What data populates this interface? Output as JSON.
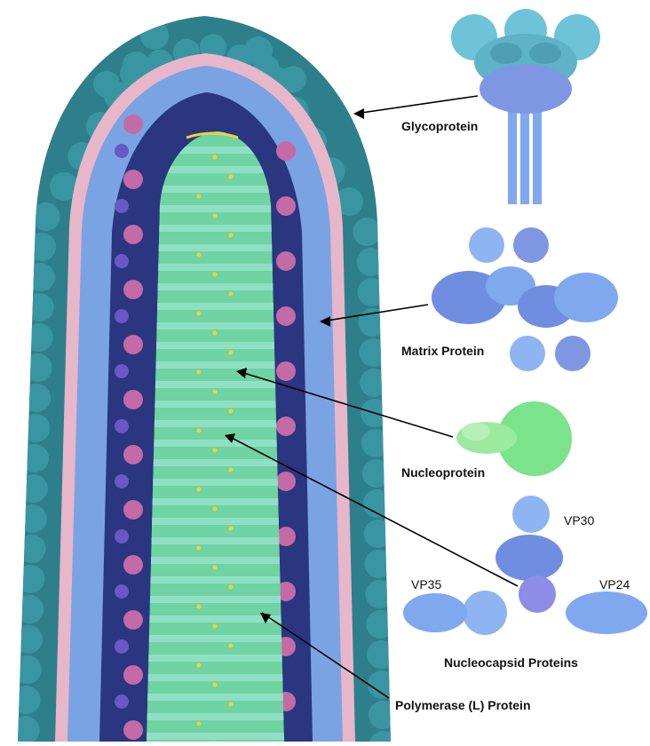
{
  "labels": {
    "glycoprotein": "Glycoprotein",
    "matrix": "Matrix Protein",
    "nucleoprotein": "Nucleoprotein",
    "vp30": "VP30",
    "vp35": "VP35",
    "vp24": "VP24",
    "nucleocapsid": "Nucleocapsid Proteins",
    "polymerase": "Polymerase (L) Protein"
  },
  "colors": {
    "envelope_outer": "#2e7f8c",
    "membrane": "#e8b6c9",
    "matrix_layer": "#7aa3e3",
    "interior": "#2a3680",
    "nucleocapsid": "#6fd3a2",
    "polymerase": "#d874a6",
    "nucleoprotein": "#7be38c",
    "glycoprotein": "#6fc3d8",
    "matrix_protein": "#7fa8ef"
  }
}
